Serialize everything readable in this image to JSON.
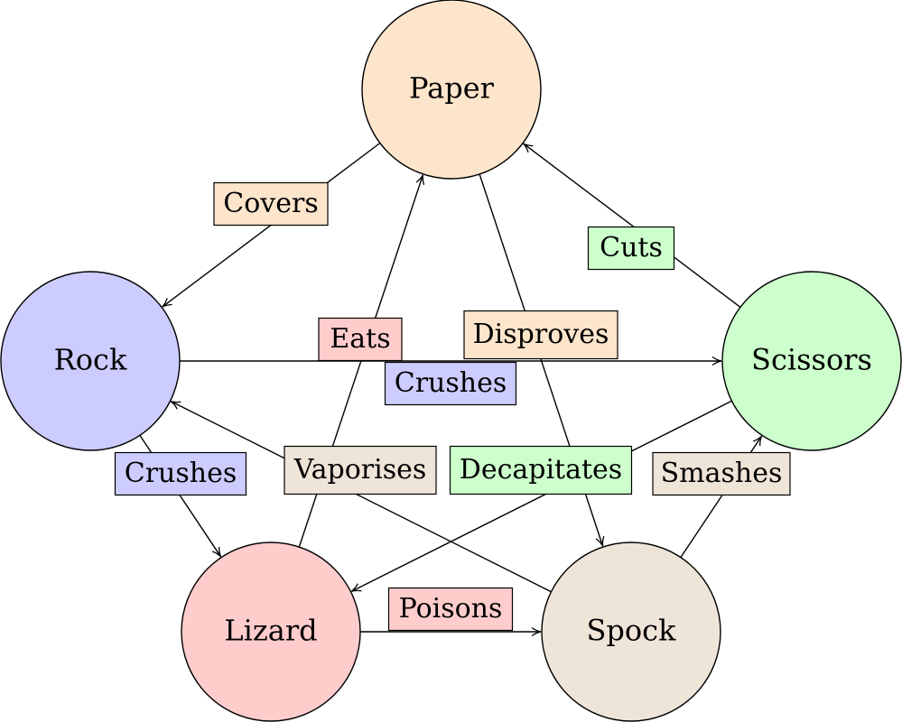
{
  "colors": {
    "paper": "#fde5cc",
    "rock": "#ccccff",
    "scissors": "#ccffcc",
    "lizard": "#ffcccc",
    "spock": "#efe4d8"
  },
  "nodes": [
    {
      "id": "paper",
      "label": "Paper",
      "color": "#fde5cc"
    },
    {
      "id": "rock",
      "label": "Rock",
      "color": "#ccccff"
    },
    {
      "id": "scissors",
      "label": "Scissors",
      "color": "#ccffcc"
    },
    {
      "id": "lizard",
      "label": "Lizard",
      "color": "#ffcccc"
    },
    {
      "id": "spock",
      "label": "Spock",
      "color": "#efe4d8"
    }
  ],
  "edges": [
    {
      "from": "paper",
      "to": "rock",
      "label": "Covers",
      "color": "#fde5cc"
    },
    {
      "from": "scissors",
      "to": "paper",
      "label": "Cuts",
      "color": "#ccffcc"
    },
    {
      "from": "lizard",
      "to": "paper",
      "label": "Eats",
      "color": "#ffcccc"
    },
    {
      "from": "paper",
      "to": "spock",
      "label": "Disproves",
      "color": "#fde5cc"
    },
    {
      "from": "rock",
      "to": "scissors",
      "label": "Crushes",
      "color": "#ccccff"
    },
    {
      "from": "rock",
      "to": "lizard",
      "label": "Crushes",
      "color": "#ccccff"
    },
    {
      "from": "spock",
      "to": "rock",
      "label": "Vaporises",
      "color": "#efe4d8"
    },
    {
      "from": "scissors",
      "to": "lizard",
      "label": "Decapitates",
      "color": "#ccffcc"
    },
    {
      "from": "spock",
      "to": "scissors",
      "label": "Smashes",
      "color": "#efe4d8"
    },
    {
      "from": "lizard",
      "to": "spock",
      "label": "Poisons",
      "color": "#ffcccc"
    }
  ]
}
